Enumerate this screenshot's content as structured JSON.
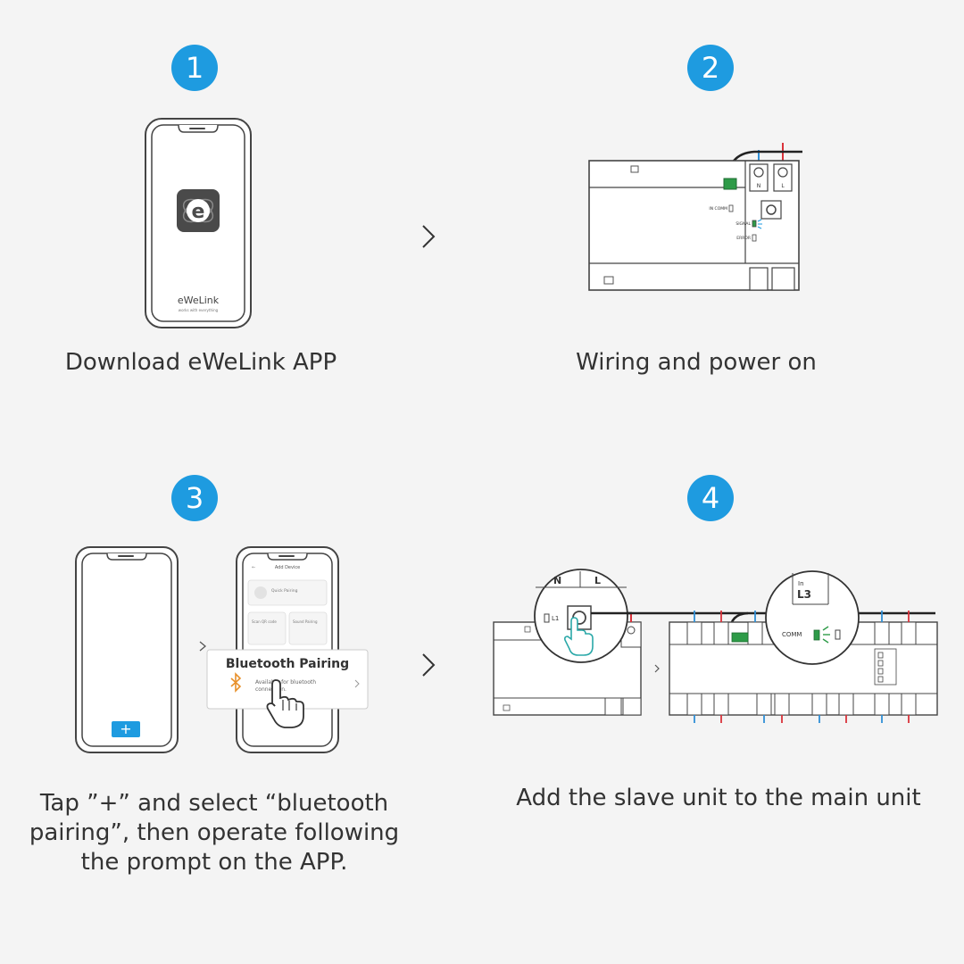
{
  "steps": [
    {
      "number": "1",
      "caption": "Download eWeLink APP"
    },
    {
      "number": "2",
      "caption": "Wiring and power on"
    },
    {
      "number": "3",
      "caption_lines": [
        "Tap ”+” and select “bluetooth",
        "pairing”, then operate following",
        "the prompt on the APP."
      ]
    },
    {
      "number": "4",
      "caption": "Add the slave unit to the main unit"
    }
  ],
  "phone1": {
    "app_name": "eWeLink",
    "app_tagline": "works with everything"
  },
  "device2": {
    "term_n": "N",
    "term_l": "L",
    "ind_comm": "IN COMM",
    "ind_signal": "SIGNAL",
    "ind_error": "ERROR"
  },
  "phone3": {
    "header_title": "Add Device",
    "quick_pairing": "Quick Pairing",
    "scan_qr": "Scan QR code",
    "sound_pairing": "Sound Pairing",
    "plus_label": "+",
    "bt_card_title": "Bluetooth Pairing",
    "bt_card_desc1": "Available for bluetooth",
    "bt_card_desc2": "connection."
  },
  "device4": {
    "zoom1_n": "N",
    "zoom1_l": "L",
    "zoom1_label": "L1",
    "zoom2_in": "In",
    "zoom2_label": "L3",
    "zoom2_comm": "COMM"
  },
  "colors": {
    "accent": "#1e9be0",
    "wire_blue": "#2f8fd6",
    "wire_red": "#d9323a",
    "connector_green": "#2e9b48"
  }
}
